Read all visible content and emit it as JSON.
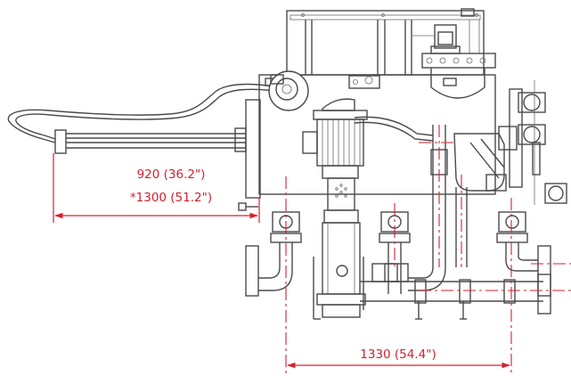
{
  "dimensions": {
    "cable_length_label": "920 (36.2\")",
    "cable_length_alt_label": "*1300 (51.2\")",
    "width_label": "1330 (54.4\")"
  },
  "colors": {
    "line": "#4a4a4a",
    "dimension": "#d4202f",
    "background": "#ffffff"
  }
}
